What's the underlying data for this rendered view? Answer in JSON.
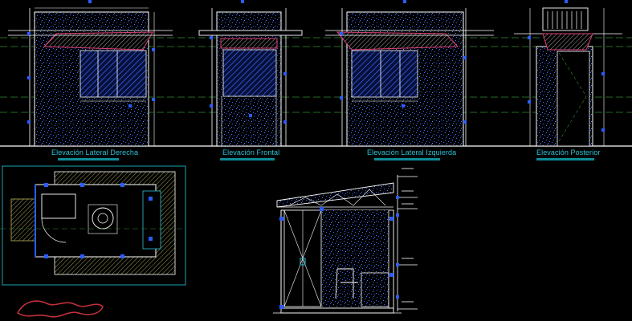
{
  "labels": {
    "right_elevation": "Elevación Lateral Derecha",
    "front_elevation": "Elevación Frontal",
    "left_elevation": "Elevación Lateral Izquierda",
    "rear_elevation": "Elevación Posterior"
  },
  "colors": {
    "background": "#000000",
    "line_white": "#ffffff",
    "hatch_blue": "#2a5cff",
    "label_cyan": "#2ec2d6",
    "underline_teal": "#0e8c98",
    "guide_green": "#2f8f2f",
    "magenta": "#e0407a",
    "brick_red": "#c0303a",
    "plan_border": "#1aa3b0"
  }
}
